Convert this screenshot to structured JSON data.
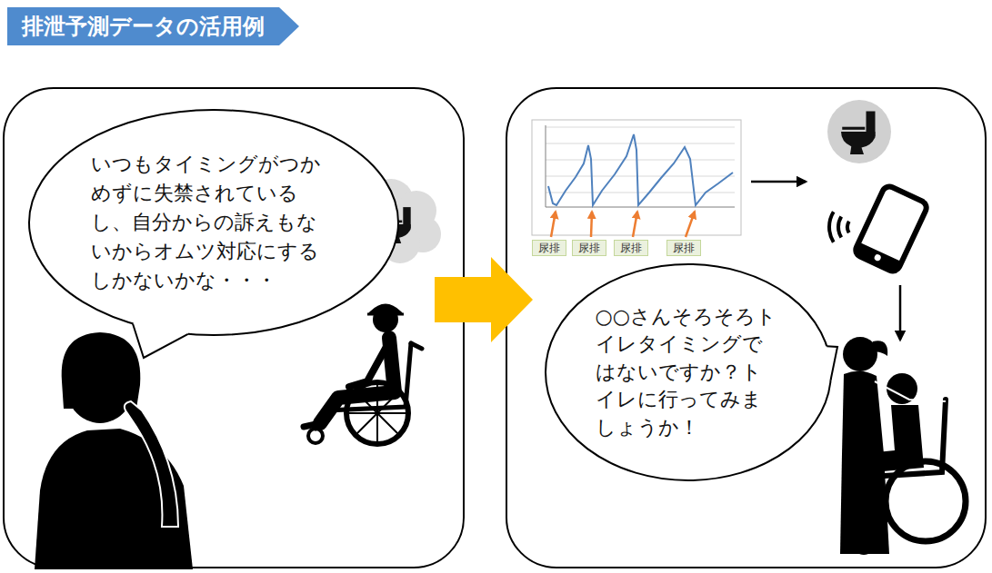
{
  "diagram": {
    "title": "排泄予測データの活用例",
    "nodes": [
      {
        "text": [
          "いつもタイミングがつかめずに失禁されているし、自分からの訴えもないからオムツ対応にするしかないかな・・・"
        ]
      },
      {
        "text": [
          "尿排"
        ]
      },
      {
        "text": [
          "尿排"
        ]
      },
      {
        "text": [
          "尿排"
        ]
      },
      {
        "text": [
          "尿排"
        ]
      },
      {
        "text": [
          "○○さんそろそろトイレタイミングではないですか？トイレに行ってみましょうか！"
        ]
      }
    ]
  }
}
